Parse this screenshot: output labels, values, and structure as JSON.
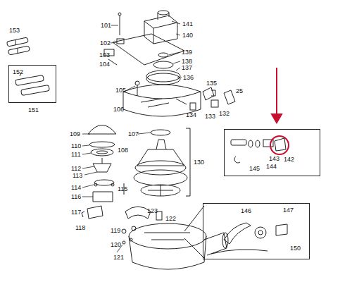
{
  "diagram": {
    "nodes": [
      {
        "text": [
          "152",
          "151"
        ]
      },
      {
        "text": [
          "142",
          "143",
          "144",
          "145"
        ]
      },
      {
        "text": [
          "146",
          "147",
          "150"
        ]
      }
    ],
    "labels": [
      "153",
      "101",
      "141",
      "140",
      "102",
      "139",
      "103",
      "138",
      "104",
      "137",
      "136",
      "105",
      "135",
      "106",
      "134",
      "133",
      "132",
      "25",
      "109",
      "107",
      "110",
      "111",
      "108",
      "130",
      "112",
      "113",
      "114",
      "116",
      "115",
      "117",
      "118",
      "119",
      "120",
      "121",
      "122",
      "123"
    ]
  }
}
